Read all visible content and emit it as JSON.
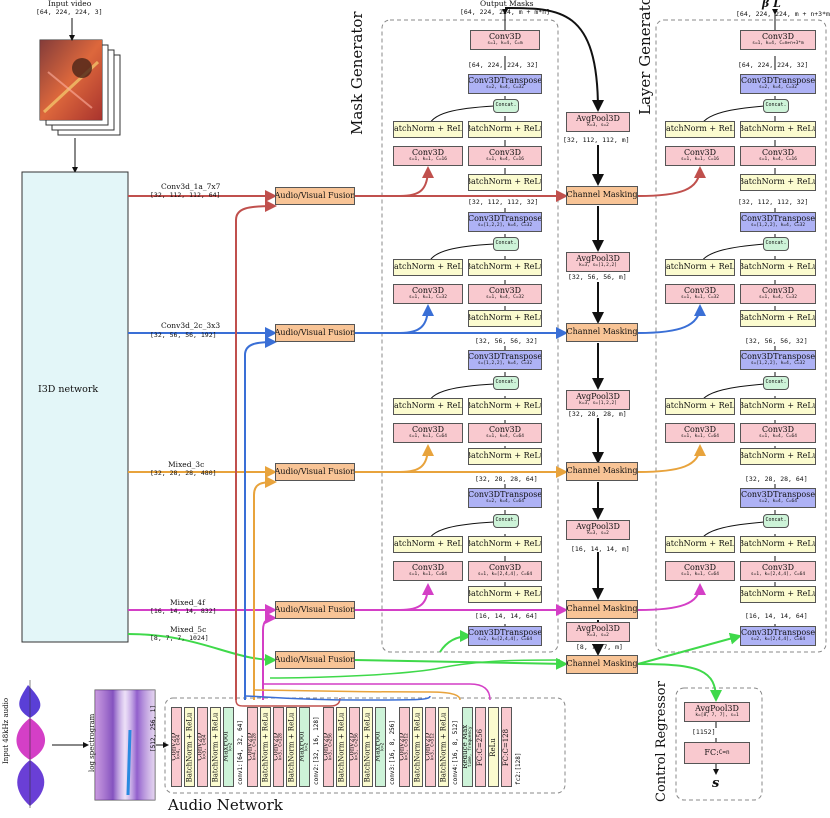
{
  "input_video": {
    "label": "Input video",
    "dims": "[64, 224, 224, 3]"
  },
  "i3d": {
    "label": "I3D network"
  },
  "i3d_outputs": [
    {
      "name": "Conv3d_1a_7x7",
      "dims": "[32, 112, 112, 64]"
    },
    {
      "name": "Conv3d_2c_3x3",
      "dims": "[32, 56, 56, 192]"
    },
    {
      "name": "Mixed_3c",
      "dims": "[32, 28, 28, 480]"
    },
    {
      "name": "Mixed_4f",
      "dims": "[16, 14, 14, 832]"
    },
    {
      "name": "Mixed_5c",
      "dims": "[8, 7, 7, 1024]"
    }
  ],
  "fusion_label": "Audio/Visual Fusion",
  "audio": {
    "input_label": "Input 48kHz audio",
    "spectrogram_label": "log spectrogram",
    "network_title": "Audio Network",
    "spec_dims": "[512, 256, 1]",
    "layers": [
      {
        "t": "Conv2D",
        "s": "k=4, C=64",
        "c": "pink"
      },
      {
        "t": "BatchNorm + ReLu",
        "s": "",
        "c": "yel"
      },
      {
        "t": "Conv2D",
        "s": "k=3, C=64",
        "c": "pink"
      },
      {
        "t": "BatchNorm + ReLu",
        "s": "",
        "c": "yel"
      },
      {
        "t": "MaxPool",
        "s": "k=2",
        "c": "grn"
      },
      {
        "t": "conv1:[64, 32, 64]",
        "s": "",
        "c": "dim"
      },
      {
        "t": "Conv2D",
        "s": "k=4, C=128",
        "c": "pink"
      },
      {
        "t": "BatchNorm + ReLu",
        "s": "",
        "c": "yel"
      },
      {
        "t": "Conv2D",
        "s": "k=3, C=128",
        "c": "pink"
      },
      {
        "t": "BatchNorm + ReLu",
        "s": "",
        "c": "yel"
      },
      {
        "t": "MaxPool",
        "s": "k=2",
        "c": "grn"
      },
      {
        "t": "conv2:[32, 16, 128]",
        "s": "",
        "c": "dim"
      },
      {
        "t": "Conv2D",
        "s": "k=3, C=256",
        "c": "pink"
      },
      {
        "t": "BatchNorm + ReLu",
        "s": "",
        "c": "yel"
      },
      {
        "t": "Conv2D",
        "s": "k=3, C=256",
        "c": "pink"
      },
      {
        "t": "BatchNorm + ReLu",
        "s": "",
        "c": "yel"
      },
      {
        "t": "MaxPool",
        "s": "k=2",
        "c": "grn"
      },
      {
        "t": "conv3:[16, 8, 256]",
        "s": "",
        "c": "dim"
      },
      {
        "t": "Conv2D",
        "s": "k=3, C=512",
        "c": "pink"
      },
      {
        "t": "BatchNorm + ReLu",
        "s": "",
        "c": "yel"
      },
      {
        "t": "Conv2D",
        "s": "k=3, C=512",
        "c": "pink"
      },
      {
        "t": "BatchNorm + ReLu",
        "s": "",
        "c": "yel"
      },
      {
        "t": "conv4:[16, 8, 512]",
        "s": "",
        "c": "dim"
      },
      {
        "t": "Reduce Max",
        "s": "time, frequency",
        "c": "grn"
      },
      {
        "t": "FC:C=256",
        "s": "",
        "c": "pink"
      },
      {
        "t": "ReLu",
        "s": "",
        "c": "yel"
      },
      {
        "t": "FC:C=128",
        "s": "",
        "c": "pink"
      },
      {
        "t": "fc2:[128]",
        "s": "",
        "c": "dim"
      }
    ]
  },
  "mask_generator": {
    "title": "Mask Generator",
    "output_label": "Output Masks",
    "output_dims": "[64, 224, 224, m + m*n]",
    "blocks": {
      "top_conv": {
        "t": "Conv3D",
        "s": "s=1, k=4, C=m"
      },
      "d1": "[64, 224, 224, 32]",
      "tr1": {
        "t": "Conv3DTranspose",
        "s": "s=2, k=4, C=32"
      },
      "concat": "Concat.",
      "bn": "BatchNorm + ReLu",
      "c1a": {
        "t": "Conv3D",
        "s": "s=1, k=1, C=16"
      },
      "c1b": {
        "t": "Conv3D",
        "s": "s=1, k=4, C=16"
      },
      "d2": "[32, 112, 112, 32]",
      "tr2": {
        "t": "Conv3DTranspose",
        "s": "s=[1,2,2], k=4, C=32"
      },
      "c2a": {
        "t": "Conv3D",
        "s": "s=1, k=1, C=32"
      },
      "c2b": {
        "t": "Conv3D",
        "s": "s=1, k=4, C=32"
      },
      "d3": "[32, 56, 56, 32]",
      "tr3": {
        "t": "Conv3DTranspose",
        "s": "s=[1,2,2], k=4, C=32"
      },
      "c3a": {
        "t": "Conv3D",
        "s": "s=1, k=1, C=64"
      },
      "c3b": {
        "t": "Conv3D",
        "s": "s=1, k=4, C=64"
      },
      "d4": "[32, 28, 28, 64]",
      "tr4": {
        "t": "Conv3DTranspose",
        "s": "s=2, k=4, C=64"
      },
      "c4a": {
        "t": "Conv3D",
        "s": "s=1, k=1, C=64"
      },
      "c4b": {
        "t": "Conv3D",
        "s": "s=1, k=[2,4,4], C=64"
      },
      "d5": "[16, 14, 14, 64]",
      "tr5": {
        "t": "Conv3DTranspose",
        "s": "s=2, k=[2,4,4], C=64"
      }
    }
  },
  "masking": {
    "channel_masking": "Channel Masking",
    "pools": [
      {
        "t": "AvgPool3D",
        "s": "k=3, s=2",
        "d": "[32, 112, 112, m]"
      },
      {
        "t": "AvgPool3D",
        "s": "k=3, s=[1,2,2]",
        "d": "[32, 56, 56, m]"
      },
      {
        "t": "AvgPool3D",
        "s": "k=3, s=[1,2,2]",
        "d": "[32, 28, 28, m]"
      },
      {
        "t": "AvgPool3D",
        "s": "k=3, s=2",
        "d": "[16, 14, 14, m]"
      },
      {
        "t": "AvgPool3D",
        "s": "k=3, s=2",
        "d": "[8, 7, 7, m]"
      }
    ]
  },
  "layer_generator": {
    "title": "Layer Generator",
    "symbols": "β  L",
    "output_dims": "[64, 224, 224, m + n+3*m]",
    "blocks": {
      "top_conv": {
        "t": "Conv3D",
        "s": "s=1, k=4, C=m+n+3*m"
      },
      "d1": "[64, 224, 224, 32]",
      "tr1": {
        "t": "Conv3DTranspose",
        "s": "s=2, k=4, C=32"
      },
      "concat": "Concat.",
      "bn": "BatchNorm + ReLu",
      "c1a": {
        "t": "Conv3D",
        "s": "s=1, k=1, C=16"
      },
      "c1b": {
        "t": "Conv3D",
        "s": "s=1, k=4, C=16"
      },
      "d2": "[32, 112, 112, 32]",
      "tr2": {
        "t": "Conv3DTranspose",
        "s": "s=[1,2,2], k=4, C=32"
      },
      "c2a": {
        "t": "Conv3D",
        "s": "s=1, k=1, C=32"
      },
      "c2b": {
        "t": "Conv3D",
        "s": "s=1, k=4, C=32"
      },
      "d3": "[32, 56, 56, 32]",
      "tr3": {
        "t": "Conv3DTranspose",
        "s": "s=[1,2,2], k=4, C=32"
      },
      "c3a": {
        "t": "Conv3D",
        "s": "s=1, k=1, C=64"
      },
      "c3b": {
        "t": "Conv3D",
        "s": "s=1, k=4, C=64"
      },
      "d4": "[32, 28, 28, 64]",
      "tr4": {
        "t": "Conv3DTranspose",
        "s": "s=2, k=4, C=64"
      },
      "c4a": {
        "t": "Conv3D",
        "s": "s=1, k=1, C=64"
      },
      "c4b": {
        "t": "Conv3D",
        "s": "s=1, k=[2,4,4], C=64"
      },
      "d5": "[16, 14, 14, 64]",
      "tr5": {
        "t": "Conv3DTranspose",
        "s": "s=2, k=[2,4,4], C=64"
      }
    }
  },
  "control_regressor": {
    "title": "Control Regressor",
    "pool": {
      "t": "AvgPool3D",
      "s": "k=[8, 7, 7], s=1"
    },
    "dims": "[1152]",
    "fc": {
      "t": "FC:",
      "s": "C=n"
    },
    "output": "s"
  },
  "colors": {
    "red": "#c0504d",
    "blue": "#3a6fd6",
    "orange": "#e8a33c",
    "magenta": "#d43fc6",
    "green": "#3fd94a",
    "pink": "#f9c9cf",
    "yellow": "#fbfbcf",
    "lavender": "#aeb2f5",
    "mint": "#cdf3d8",
    "peach": "#f8c496",
    "i3d": "#e3f6f8"
  }
}
